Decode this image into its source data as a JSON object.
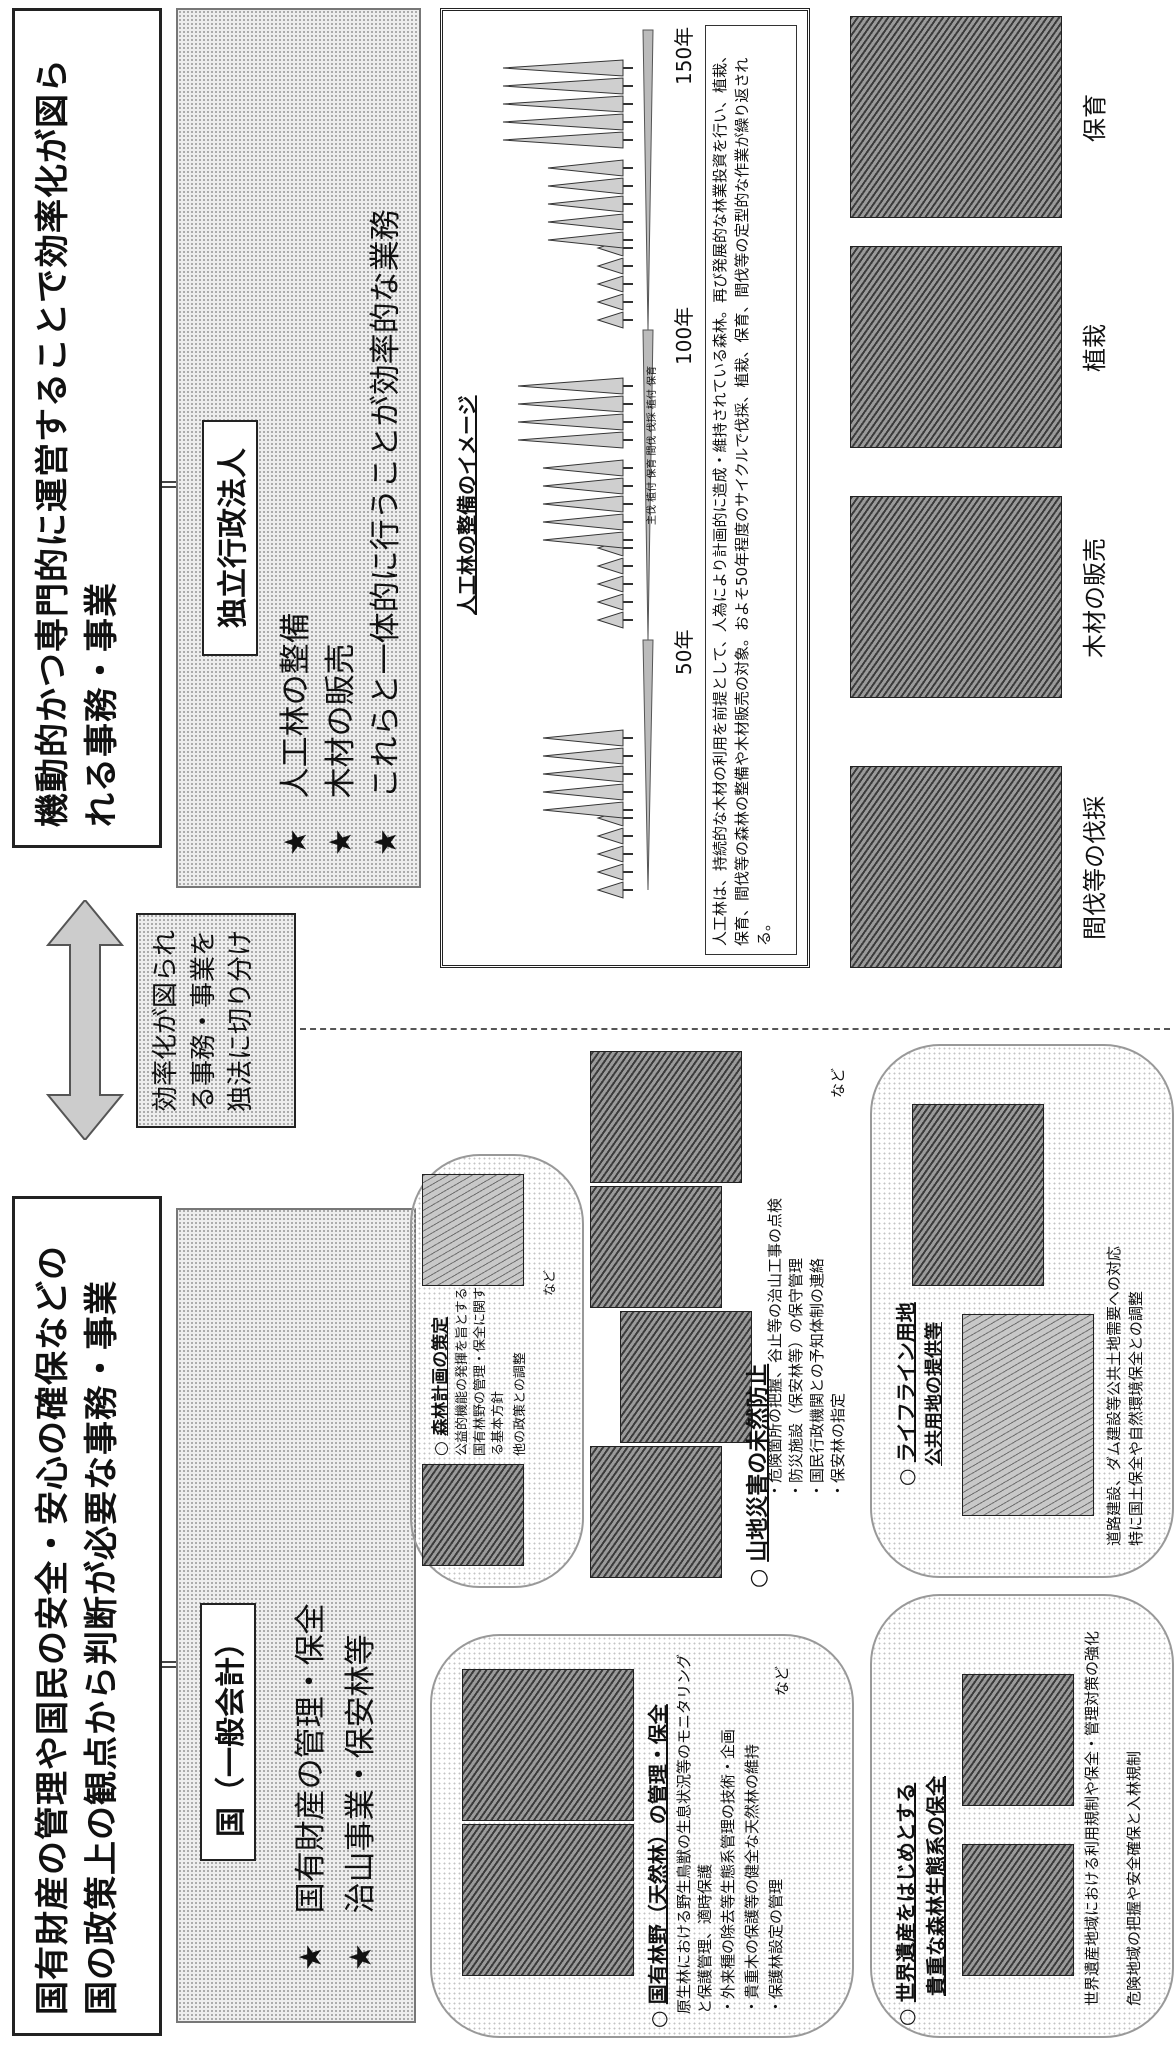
{
  "left_header": {
    "text": "国有財産の管理や国民の安全・安心の確保などの国の政策上の観点から判断が必要な事務・事業"
  },
  "right_header": {
    "text": "機動的かつ専門的に運営することで効率化が図られる事務・事業"
  },
  "center_box": {
    "text": "効率化が図られる事務・事業を独法に切り分け"
  },
  "left_panel": {
    "title": "国（一般会計）",
    "items": [
      "国有財産の管理・保全",
      "治山事業・保安林等"
    ],
    "star": "★"
  },
  "right_panel": {
    "title": "独立行政法人",
    "items": [
      "人工林の整備",
      "木材の販売",
      "これらと一体的に行うことが効率的な業務"
    ],
    "star": "★"
  },
  "forest_image": {
    "title": "人工林の整備のイメージ",
    "years": [
      "50年",
      "100年",
      "150年"
    ],
    "stage_labels": "主伐 植付 保育 間伐 伐採 植付 保育",
    "description": "人工林は、持続的な木材の利用を前提として、人為により計画的に造成・維持されている森林。再び発展的な林業投資を行い、植栽、保育、間伐等の森林の整備や木材販売の対象。およそ50年程度のサイクルで伐採、植栽、保育、間伐等の定型的な作業が繰り返される。"
  },
  "photo_captions": [
    "間伐等の伐採",
    "木材の販売",
    "植栽",
    "保育"
  ],
  "left_sections": {
    "natural_forest": {
      "title": "国有林野（天然林）の管理・保全",
      "lines": [
        "原生林における野生鳥獣の生息状況等のモニタリングと保護管理、適時保護",
        "・外来種の除去等生態系管理の技術・企画",
        "・貴重木の保護等の健全な天然林の維持",
        "・保護林設定の管理"
      ],
      "nado": "など"
    },
    "forest_plan": {
      "title": "森林計画の策定",
      "lines": [
        "公益的機能の発揮を旨とする国有林野の管理・保全に関する基本方針",
        "他の政策との調整"
      ],
      "nado": "など"
    },
    "mountain": {
      "title": "山地災害の未然防止",
      "lines": [
        "・危険箇所の把握、谷止等の治山工事の点検",
        "・防災施設（保安林等）の保守管理",
        "・国民行政機関との予知体制の連絡",
        "・保安林の指定"
      ],
      "nado": "など"
    },
    "heritage": {
      "title": "世界遺産をはじめとする",
      "title2": "貴重な森林生態系の保全",
      "lines": [
        "世界遺産地域における利用規制や保全・管理対策の強化",
        "危険地域の把握や安全確保と入林規制"
      ]
    },
    "lifeline": {
      "title": "ライフライン用地",
      "title2": "公共用地の提供等",
      "lines": [
        "道路建設、ダム建設等公共土地需要への対応",
        "特に国土保全や自然環境保全との調整"
      ]
    }
  }
}
